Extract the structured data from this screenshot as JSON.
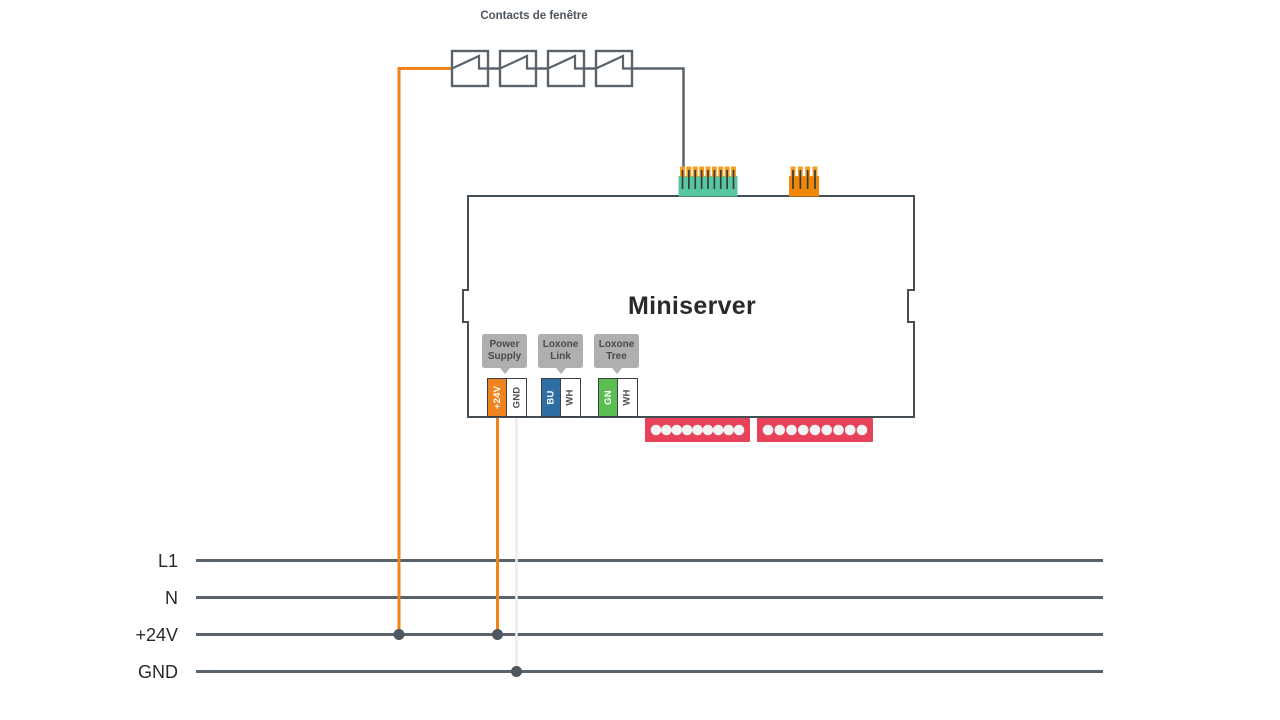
{
  "window_contacts": {
    "label": "Contacts de fenêtre",
    "switch_count": 4
  },
  "miniserver": {
    "title": "Miniserver",
    "top_connectors": [
      {
        "name": "digital-input-connector",
        "pins": 9,
        "body_color": "#57C7A2"
      },
      {
        "name": "power-input-connector",
        "pins": 4,
        "body_color": "#F28705"
      }
    ],
    "bottom_strips": [
      {
        "name": "relay-strip-left",
        "holes": 9
      },
      {
        "name": "relay-strip-right",
        "holes": 9
      }
    ],
    "terminal_groups": [
      {
        "lines": [
          "Power",
          "Supply"
        ],
        "terminals": [
          {
            "code": "+24V",
            "bg": "#EF8320",
            "fg": "#FFFFFF"
          },
          {
            "code": "GND",
            "bg": "#FFFFFF",
            "fg": "#4F4F4F"
          }
        ]
      },
      {
        "lines": [
          "Loxone",
          "Link"
        ],
        "terminals": [
          {
            "code": "BU",
            "bg": "#2F6EA5",
            "fg": "#FFFFFF"
          },
          {
            "code": "WH",
            "bg": "#FFFFFF",
            "fg": "#4F4F4F"
          }
        ]
      },
      {
        "lines": [
          "Loxone",
          "Tree"
        ],
        "terminals": [
          {
            "code": "GN",
            "bg": "#5CBE52",
            "fg": "#FFFFFF"
          },
          {
            "code": "WH",
            "bg": "#FFFFFF",
            "fg": "#4F4F4F"
          }
        ]
      }
    ]
  },
  "bus": {
    "labels": [
      "L1",
      "N",
      "+24V",
      "GND"
    ]
  },
  "colors": {
    "wire_orange": "#F2821A",
    "wire_gray": "#5A626B",
    "wire_white": "#ECECEC",
    "outline_gray": "#454D55",
    "connector_teal": "#57C7A2",
    "connector_orange": "#F28705",
    "pin_orange": "#F89B1B",
    "pin_slot": "#333B41",
    "strip_red": "#E8415A",
    "hole_white": "#F3F3F3",
    "tooltip_bg": "#AFAFAF",
    "tooltip_text": "#4A4A4A",
    "junction_dot": "#4E565F",
    "terminal_border": "#3A4046",
    "title_text": "#2A2A2A",
    "bus_label_text": "#26292D",
    "contacts_label_text": "#4E565E"
  }
}
